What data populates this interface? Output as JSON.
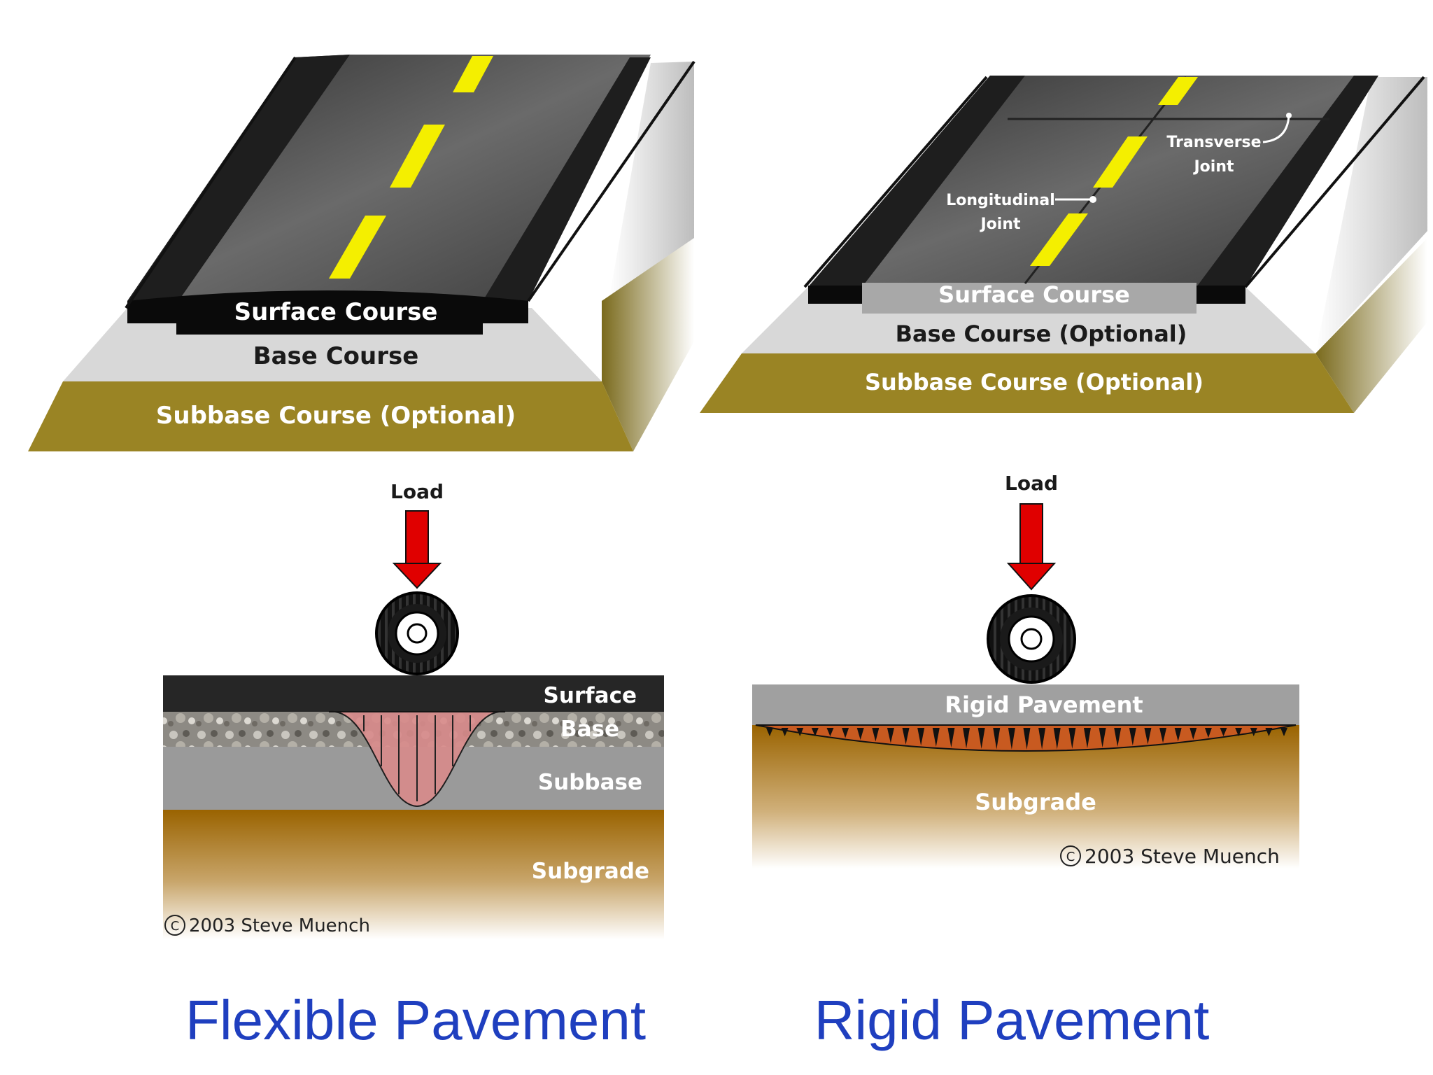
{
  "flexible": {
    "top": {
      "surface_course": "Surface Course",
      "base_course": "Base Course",
      "subbase_course": "Subbase Course (Optional)"
    },
    "load": "Load",
    "layers": {
      "surface": "Surface",
      "base": "Base",
      "subbase": "Subbase",
      "subgrade": "Subgrade"
    },
    "copyright": "2003  Steve Muench",
    "caption": "Flexible Pavement"
  },
  "rigid": {
    "top": {
      "transverse_joint_1": "Transverse",
      "transverse_joint_2": "Joint",
      "longitudinal_joint_1": "Longitudinal",
      "longitudinal_joint_2": "Joint",
      "surface_course": "Surface Course",
      "base_course": "Base Course (Optional)",
      "subbase_course": "Subbase Course (Optional)"
    },
    "load": "Load",
    "layers": {
      "rigid_pavement": "Rigid Pavement",
      "subgrade": "Subgrade"
    },
    "copyright": "2003  Steve Muench",
    "caption": "Rigid Pavement"
  },
  "colors": {
    "asphalt": "#2b2b2b",
    "yellow_stripe": "#f4ef00",
    "subbase_gold": "#9a8424",
    "gravel_gray": "#cfcfcf",
    "load_arrow": "#e00000",
    "caption_blue": "#1f3fbf",
    "subgrade_brown": "#9a6300"
  }
}
